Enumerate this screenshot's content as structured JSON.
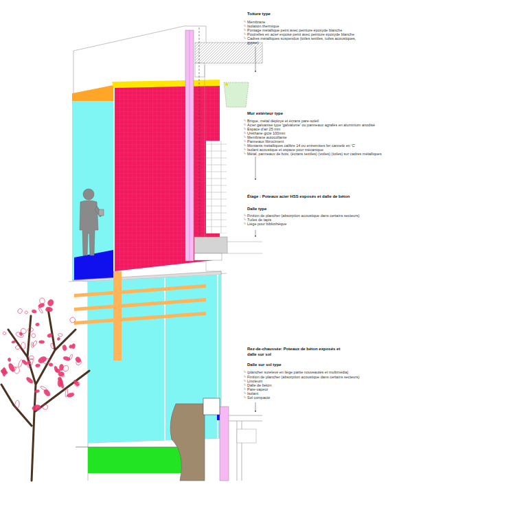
{
  "diagram": {
    "labels": [
      "Toiture type",
      "Membrane",
      "Isolation thermique",
      "Pontage métallique peint avec peinture époxyde blanche",
      "Poutrelles en acier exposé peint avec peinture époxyde blanche",
      "Cadres métalliques suspendus (toiles textiles, tuiles acoustiques, gypse)",
      "Mur extérieur type",
      "Brique, métal déployé et écrans pare-soleil",
      "Acier galvanisé type 'galvalume' ou panneaux agrafés en aluminium anodisé",
      "Espace d'air 25 mm",
      "Uréthane giclé 100mm",
      "Membrane autocollante",
      "Panneaux fibrociment",
      "Montants métalliques calibre 14 ou entremises fer cannelé en 'C'",
      "Isolant acoustique et espace pour mécanique",
      "Métal, panneaux de bois, (écrans textiles) (voiles) (toiles) sur cadres métalliques",
      "Étage : Poteaux acier HSS exposés et dalle de béton",
      "Dalle type",
      "Finition de plancher (absorption acoustique dans certains secteurs)",
      "Tuiles de tapis",
      "Liège pour bibliothèque",
      "Rez-de-chaussée: Poteaux de béton exposés et dalle sur sol",
      "Dalle sur sol type",
      "(plancher surélevé en liège partie nouveautés et multimédia)",
      "Finition de plancher (absorption acoustique dans certains secteurs)",
      "Linoleum",
      "Dalle de béton",
      "Pare-vapeur",
      "Isolant",
      "Sol compacté"
    ]
  }
}
